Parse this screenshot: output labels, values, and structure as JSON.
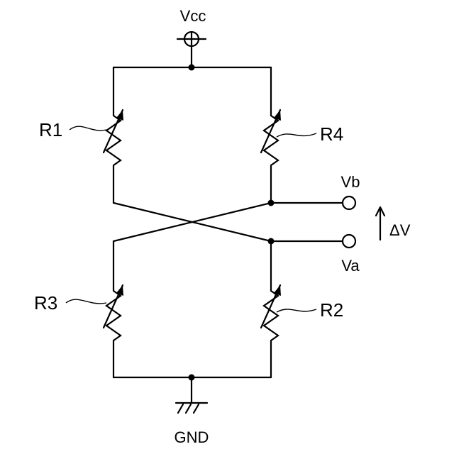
{
  "diagram": {
    "supply_label": "Vcc",
    "ground_label": "GND",
    "resistors": [
      {
        "id": "r1",
        "label": "R1"
      },
      {
        "id": "r2",
        "label": "R2"
      },
      {
        "id": "r3",
        "label": "R3"
      },
      {
        "id": "r4",
        "label": "R4"
      }
    ],
    "outputs": {
      "vb_label": "Vb",
      "va_label": "Va",
      "delta_label": "ΔV"
    }
  }
}
